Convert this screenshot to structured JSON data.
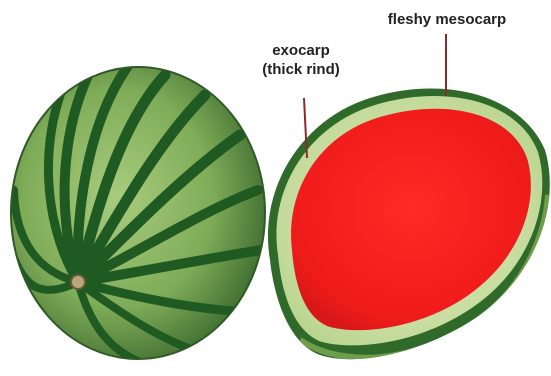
{
  "labels": {
    "exocarp_line1": "exocarp",
    "exocarp_line2": "(thick rind)",
    "mesocarp": "fleshy mesocarp"
  },
  "colors": {
    "rind_dark": "#1f5a23",
    "rind_light": "#8fb86a",
    "rind_inner": "#cfe3a8",
    "flesh": "#ef1c1c",
    "pointer": "#8a2a2a"
  }
}
